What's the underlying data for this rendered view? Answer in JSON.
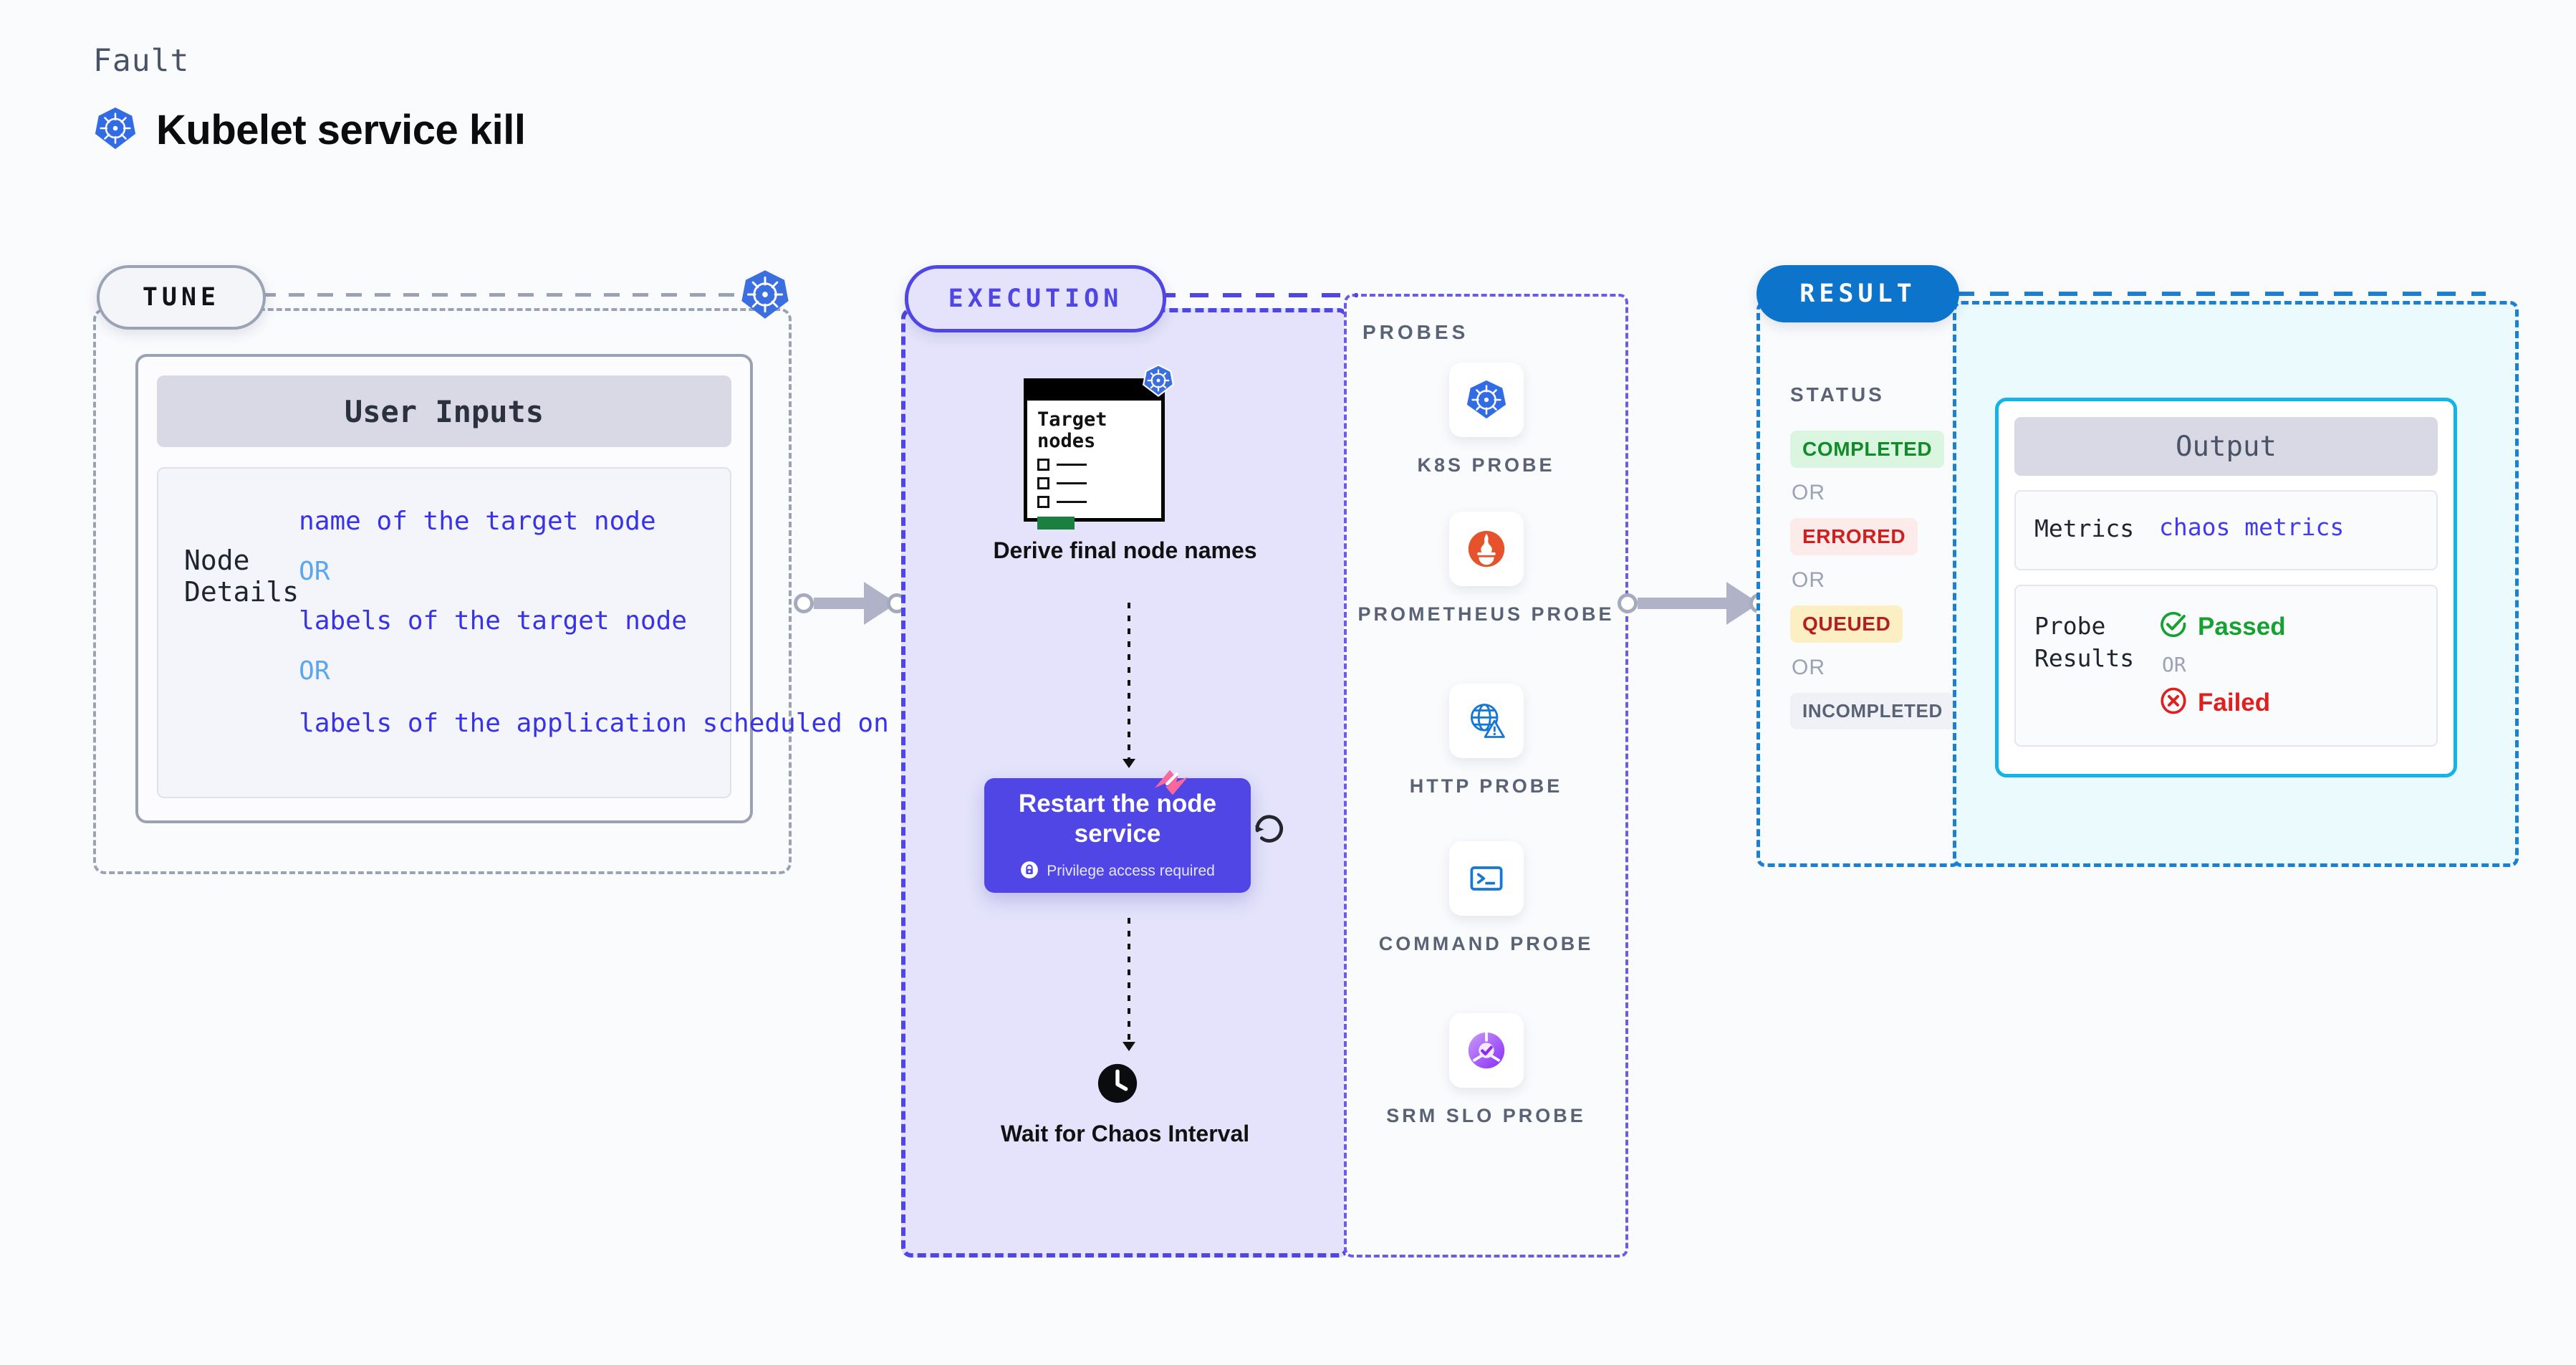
{
  "header": {
    "kicker": "Fault",
    "title": "Kubelet service kill",
    "icon": "kubernetes-icon"
  },
  "tune": {
    "chip_label": "TUNE",
    "badge_icon": "kubernetes-icon",
    "card_title": "User Inputs",
    "rows": [
      {
        "key": "Node Details",
        "values": [
          "name of the target node",
          "labels of the target node",
          "labels of the application scheduled on target node"
        ],
        "separator": "OR"
      }
    ]
  },
  "execution": {
    "chip_label": "EXECUTION",
    "target_card": {
      "title": "Target nodes",
      "badge_icon": "kubernetes-icon",
      "checkbox_rows": 3,
      "button_color": "#19803f"
    },
    "steps": [
      {
        "label": "Derive final node names",
        "type": "plain"
      },
      {
        "label": "Restart the node service",
        "type": "action",
        "sublabel": "Privilege access required",
        "sub_icon": "lock-icon",
        "badge_icon": "chaos-fault-icon",
        "loop_icon": "loop-icon",
        "color": "#4f46e5"
      },
      {
        "label": "Wait for Chaos Interval",
        "type": "wait",
        "icon": "clock-icon"
      }
    ]
  },
  "probes": {
    "title": "PROBES",
    "items": [
      {
        "label": "K8S PROBE",
        "icon": "kubernetes-icon"
      },
      {
        "label": "PROMETHEUS PROBE",
        "icon": "prometheus-icon"
      },
      {
        "label": "HTTP PROBE",
        "icon": "http-globe-warning-icon"
      },
      {
        "label": "COMMAND PROBE",
        "icon": "terminal-icon"
      },
      {
        "label": "SRM SLO PROBE",
        "icon": "srm-slo-donut-icon"
      }
    ]
  },
  "result": {
    "chip_label": "RESULT",
    "status_title": "STATUS",
    "separator": "OR",
    "statuses": [
      {
        "label": "COMPLETED",
        "text_color": "#128c2b",
        "bg_color": "#dbf6e0"
      },
      {
        "label": "ERRORED",
        "text_color": "#cf2020",
        "bg_color": "#fdeaea"
      },
      {
        "label": "QUEUED",
        "text_color": "#b32020",
        "bg_color": "#fdefc4"
      },
      {
        "label": "INCOMPLETED",
        "text_color": "#5a6275",
        "bg_color": "#f0f1f6"
      }
    ],
    "output": {
      "title": "Output",
      "metrics_key": "Metrics",
      "metrics_value": "chaos metrics",
      "probe_results_key": "Probe Results",
      "passed_label": "Passed",
      "failed_label": "Failed",
      "separator": "OR",
      "passed_icon": "check-circle-icon",
      "failed_icon": "x-circle-icon",
      "passed_color": "#17a132",
      "failed_color": "#e01f1f",
      "border_color": "#15b4e6"
    }
  },
  "colors": {
    "tune_border": "#9aa2b4",
    "execution_accent": "#4f46e5",
    "execution_fill": "#e4e3fb",
    "result_accent": "#1b7fd4",
    "output_fill": "#eafafd",
    "page_bg": "#fafbfd"
  }
}
